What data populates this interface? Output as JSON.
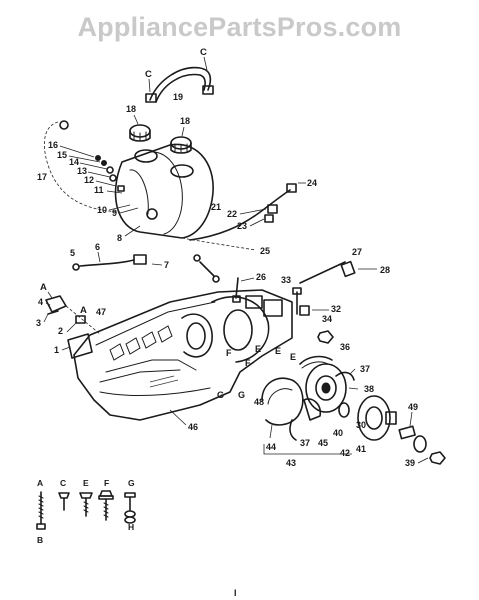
{
  "watermark": "AppliancePartsPros.com",
  "callouts": {
    "n1": "1",
    "n2": "2",
    "n3": "3",
    "n4": "4",
    "n5": "5",
    "n6": "6",
    "n7": "7",
    "n8": "8",
    "n9": "9",
    "n10": "10",
    "n11": "11",
    "n12": "12",
    "n13": "13",
    "n14": "14",
    "n15": "15",
    "n16": "16",
    "n17": "17",
    "n18a": "18",
    "n18b": "18",
    "n19": "19",
    "n21": "21",
    "n22": "22",
    "n23": "23",
    "n24": "24",
    "n25": "25",
    "n26": "26",
    "n27": "27",
    "n28": "28",
    "n30": "30",
    "n32": "32",
    "n33": "33",
    "n34": "34",
    "n36": "36",
    "n37a": "37",
    "n37b": "37",
    "n38": "38",
    "n39": "39",
    "n40": "40",
    "n41": "41",
    "n42": "42",
    "n43": "43",
    "n44": "44",
    "n45": "45",
    "n46": "46",
    "n47": "47",
    "n48": "48",
    "n49": "49",
    "cA": "C",
    "cB": "C",
    "aA": "A",
    "aB": "A",
    "f1": "F",
    "f2": "F",
    "e1": "E",
    "e2": "E",
    "e3": "E",
    "g1": "G",
    "g2": "G"
  },
  "hardware_key": [
    "A",
    "C",
    "E",
    "F",
    "G",
    "B",
    "H"
  ],
  "page_mark": "I"
}
